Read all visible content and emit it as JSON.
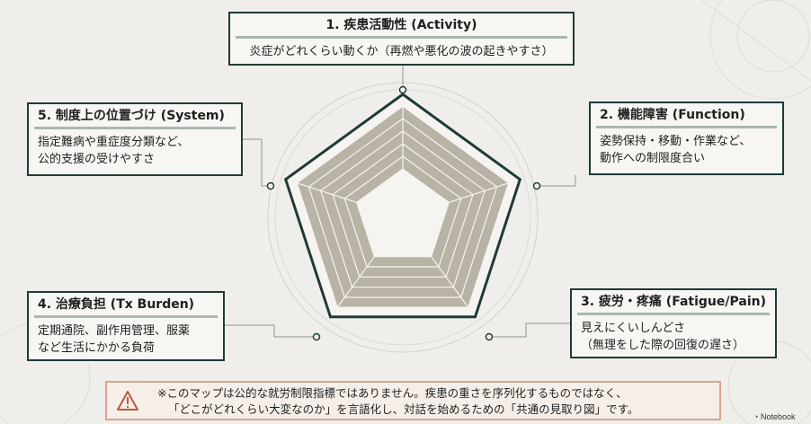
{
  "axes": [
    {
      "title": "1. 疾患活動性 (Activity)",
      "lines": [
        "炎症がどれくらい動くか（再燃や悪化の波の起きやすさ）"
      ]
    },
    {
      "title": "2. 機能障害 (Function)",
      "lines": [
        "姿勢保持・移動・作業など、",
        "動作への制限度合い"
      ]
    },
    {
      "title": "3. 疲労・疼痛 (Fatigue/Pain)",
      "lines": [
        "見えにくいしんどさ",
        "（無理をした際の回復の遅さ）"
      ]
    },
    {
      "title": "4. 治療負担 (Tx Burden)",
      "lines": [
        "定期通院、副作用管理、服薬",
        "など生活にかかる負荷"
      ]
    },
    {
      "title": "5. 制度上の位置づけ (System)",
      "lines": [
        "指定難病や重症度分類など、",
        "公的支援の受けやすさ"
      ]
    }
  ],
  "note": {
    "line1": "※このマップは公的な就労制限指標ではありません。疾患の重さを序列化するものではなく、",
    "line2": "「どこがどれくらい大変なのか」を言語化し、対話を始めるための「共通の見取り図」です。"
  },
  "brand": "Notebook",
  "colors": {
    "accent": "#1f3b36",
    "fill": "#b9b3a6",
    "rule": "#a9b8ad",
    "note_border": "#d8a48f"
  },
  "icons": {
    "note": "warning-triangle-icon"
  }
}
